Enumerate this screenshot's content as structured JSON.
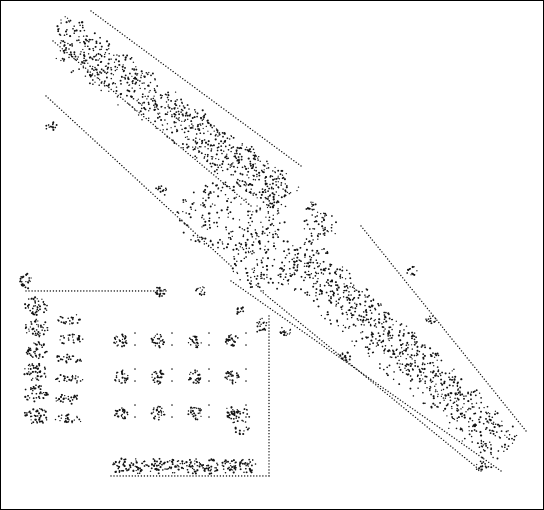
{
  "canvas": {
    "background": "#ffffff",
    "ink": "#111111",
    "border_color": "#000000"
  },
  "drawing": {
    "description_icon": "dotted-ascii-stipple-drawing",
    "regions": [
      "diagonal-band-upper-left",
      "diagonal-band-lower-right",
      "center-cluster",
      "lower-left-grid-block"
    ],
    "grid_block": {
      "rows": 3,
      "cols": 4
    }
  }
}
